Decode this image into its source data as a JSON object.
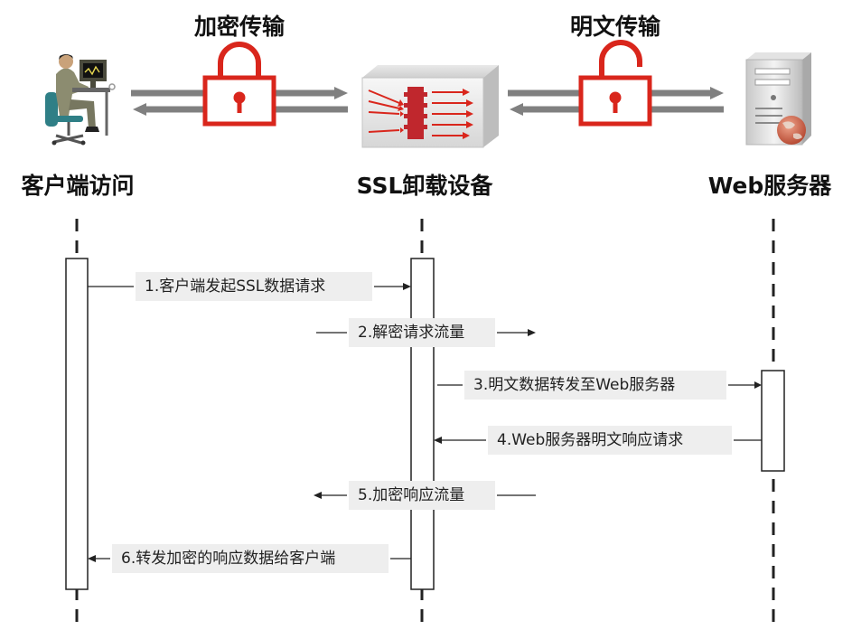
{
  "top_labels": {
    "encrypted": "加密传输",
    "plaintext": "明文传输"
  },
  "participants": {
    "client": "客户端访问",
    "ssl_device": "SSL卸载设备",
    "web_server": "Web服务器"
  },
  "messages": [
    {
      "label": "1.客户端发起SSL数据请求"
    },
    {
      "label": "2.解密请求流量"
    },
    {
      "label": "3.明文数据转发至Web服务器"
    },
    {
      "label": "4.Web服务器明文响应请求"
    },
    {
      "label": "5.加密响应流量"
    },
    {
      "label": "6.转发加密的响应数据给客户端"
    }
  ],
  "icons": {
    "client": "person-at-computer-icon",
    "ssl_device": "ssl-offload-appliance-icon",
    "web_server": "server-tower-icon",
    "locked": "padlock-closed-icon",
    "unlocked": "padlock-open-icon"
  },
  "colors": {
    "lock": "#d9261c",
    "transport_arrow": "#808080",
    "lifeline": "#222222",
    "message_box": "#eeeeee"
  }
}
